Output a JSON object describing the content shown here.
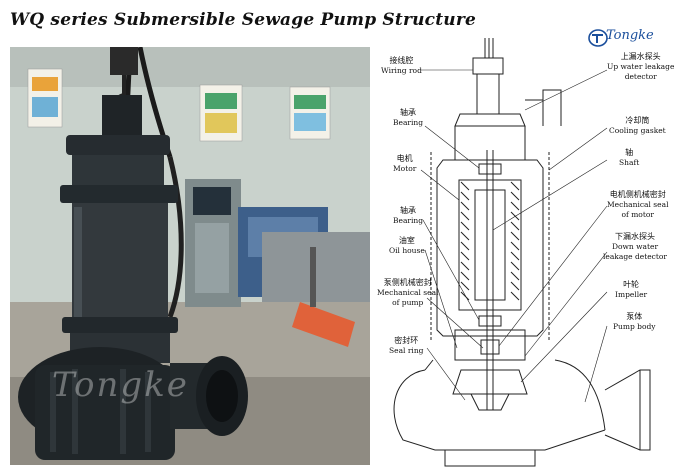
{
  "title": "WQ series Submersible Sewage Pump Structure",
  "logo": {
    "text": "Tongke"
  },
  "photo": {
    "watermark": "Tongke"
  },
  "labels": {
    "wiring_rod": {
      "zh": "接线腔",
      "en": "Wiring rod"
    },
    "bearing_top": {
      "zh": "轴承",
      "en": "Bearing"
    },
    "motor": {
      "zh": "电机",
      "en": "Motor"
    },
    "bearing_bottom": {
      "zh": "轴承",
      "en": "Bearing"
    },
    "oil_house": {
      "zh": "油室",
      "en": "Oil house"
    },
    "mech_seal_pump": {
      "zh": "泵侧机械密封",
      "en1": "Mechanical seal",
      "en2": "of pump"
    },
    "seal_ring": {
      "zh": "密封环",
      "en": "Seal ring"
    },
    "up_leak": {
      "zh": "上漏水探头",
      "en1": "Up water leakage",
      "en2": "detector"
    },
    "cooling_gasket": {
      "zh": "冷却筒",
      "en": "Cooling gasket"
    },
    "shaft": {
      "zh": "轴",
      "en": "Shaft"
    },
    "mech_seal_motor": {
      "zh": "电机侧机械密封",
      "en1": "Mechanical seal",
      "en2": "of motor"
    },
    "down_leak": {
      "zh": "下漏水探头",
      "en1": "Down water",
      "en2": "leakage detector"
    },
    "impeller": {
      "zh": "叶轮",
      "en": "Impeller"
    },
    "pump_body": {
      "zh": "泵体",
      "en": "Pump body"
    }
  }
}
